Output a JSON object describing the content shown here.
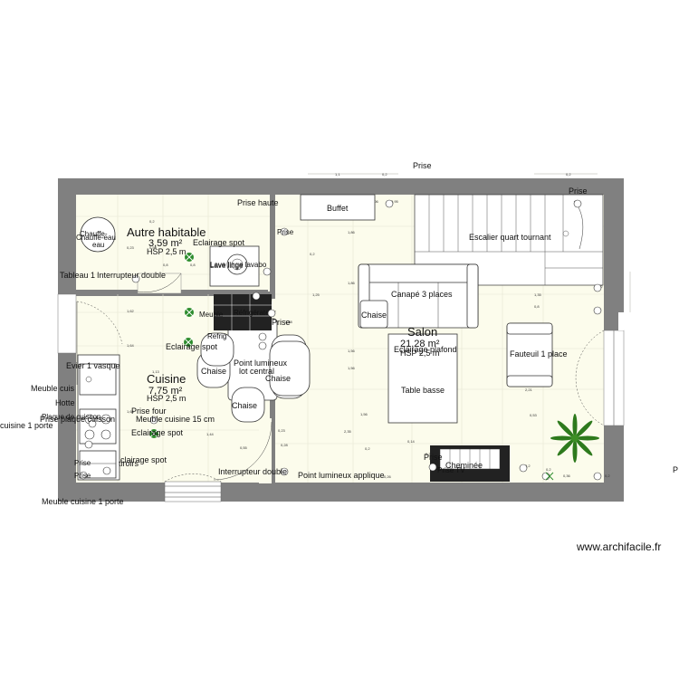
{
  "rooms": {
    "autre": {
      "name": "Autre habitable",
      "area": "3,59 m²",
      "hsp": "HSP 2,5 m"
    },
    "cuisine": {
      "name": "Cuisine",
      "area": "7,75 m²",
      "hsp": "HSP 2,5 m"
    },
    "salon": {
      "name": "Salon",
      "area": "21,28 m²",
      "hsp": "HSP 2,5 m"
    }
  },
  "labels": {
    "prise_top": "Prise",
    "prise_haute": "Prise haute",
    "buffet": "Buffet",
    "escalier": "Escalier quart tournant",
    "canape": "Canapé 3 places",
    "chaise": "Chaise",
    "fauteuil": "Fauteuil 1 place",
    "table_basse": "Table basse",
    "eclairage_plafond": "Eclairage plafond",
    "chauffe_eau": "Chauffe-eau",
    "chauffe_eau_lines": [
      "Chauffe-eau",
      "Chauffe-",
      "eau"
    ],
    "eclairage_spot": "Eclairage spot",
    "lave_linge": "Lave linge",
    "lave_linge_mixed": "Lave linge lavabo",
    "tableau": "Tableau 1",
    "interrupteur_double": "Interrupteur double",
    "meuble": "Meuble",
    "frigo_mixed": "Réfrigérateur",
    "refrig": "Refrig",
    "point_central_1": "Point lumineux",
    "point_central_2": "lot central",
    "point_applique": "Point lumineux applique",
    "evier": "Evier 1 vasque",
    "meuble_cuis": "Meuble cuis",
    "hotte": "Hotte",
    "meuble_1_porte": "Meuble cuisine 1 porte",
    "cuisine_1_porte": "cuisine 1 porte",
    "prise_four": "Prise four",
    "prise_plaque": "Prise plaque cuisson",
    "meuble_15": "Meuble cuisine 15 cm",
    "plaque_cuisson": "Plaque de cuisson",
    "tiroirs": "tiroirs",
    "eclairage_spot_cut": "clairage spot",
    "cheminee": "Cheminée",
    "prise_tv": "Prise TV",
    "prise_left": "Prise",
    "edge_p": "P"
  },
  "icons": {
    "light": "light-fixture-icon",
    "plant": "plant-icon",
    "socket": "socket-icon",
    "switch": "switch-icon"
  },
  "watermark": "www.archifacile.fr"
}
